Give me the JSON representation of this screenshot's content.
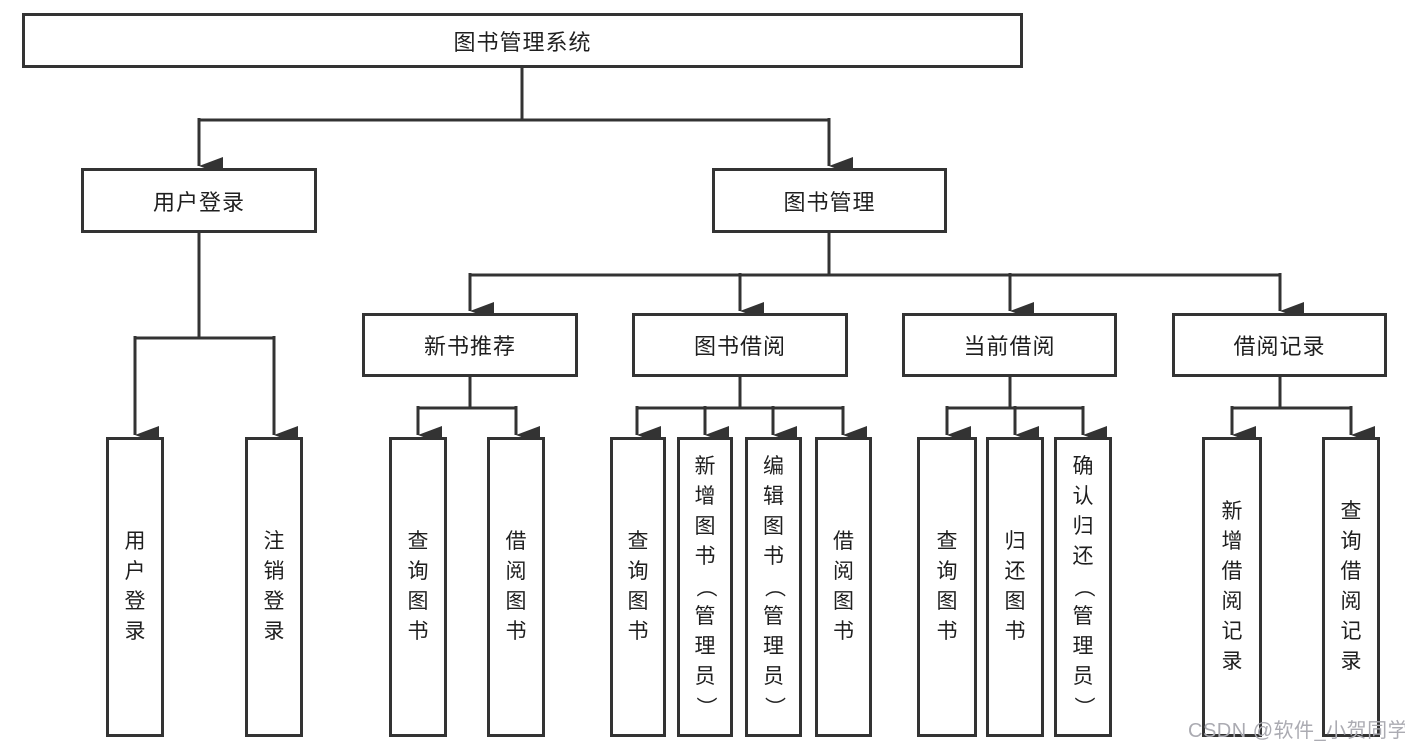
{
  "tree": {
    "label": "图书管理系统",
    "children": [
      {
        "label": "用户登录",
        "children": [
          {
            "label": "用户登录"
          },
          {
            "label": "注销登录"
          }
        ]
      },
      {
        "label": "图书管理",
        "children": [
          {
            "label": "新书推荐",
            "children": [
              {
                "label": "查询图书"
              },
              {
                "label": "借阅图书"
              }
            ]
          },
          {
            "label": "图书借阅",
            "children": [
              {
                "label": "查询图书"
              },
              {
                "label": "新增图书（管理员）"
              },
              {
                "label": "编辑图书（管理员）"
              },
              {
                "label": "借阅图书"
              }
            ]
          },
          {
            "label": "当前借阅",
            "children": [
              {
                "label": "查询图书"
              },
              {
                "label": "归还图书"
              },
              {
                "label": "确认归还（管理员）"
              }
            ]
          },
          {
            "label": "借阅记录",
            "children": [
              {
                "label": "新增借阅记录"
              },
              {
                "label": "查询借阅记录"
              }
            ]
          }
        ]
      }
    ]
  },
  "watermark": "CSDN @软件_小贺同学",
  "colors": {
    "line": "#333333",
    "box_border": "#333333",
    "box_fill": "#ffffff",
    "text": "#1f1f1f",
    "watermark": "#ababb2"
  }
}
